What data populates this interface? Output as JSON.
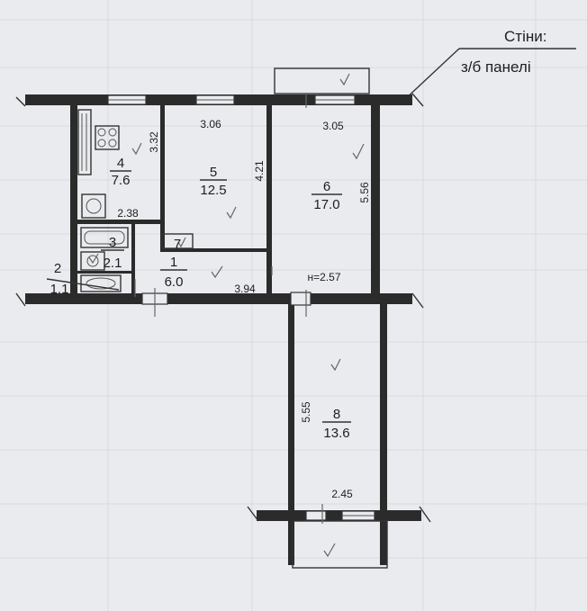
{
  "legend": {
    "title": "Стіни:",
    "subtitle": "з/б панелі"
  },
  "rooms": [
    {
      "id": "4",
      "area": "7.6"
    },
    {
      "id": "5",
      "area": "12.5"
    },
    {
      "id": "6",
      "area": "17.0"
    },
    {
      "id": "3",
      "area": "2.1"
    },
    {
      "id": "2",
      "area": "1.1"
    },
    {
      "id": "1",
      "area": "6.0"
    },
    {
      "id": "7",
      "area": ""
    },
    {
      "id": "8",
      "area": "13.6"
    }
  ],
  "dimensions": {
    "d_306": "3.06",
    "d_305": "3.05",
    "d_332": "3.32",
    "d_421": "4.21",
    "d_556": "5.56",
    "d_238": "2.38",
    "d_394": "3.94",
    "height": "н=2.57",
    "d_555": "5.55",
    "d_245": "2.45"
  },
  "colors": {
    "paper": "#e9ebee",
    "ink": "#2b2b2b",
    "grid": "#d6dbe2"
  }
}
